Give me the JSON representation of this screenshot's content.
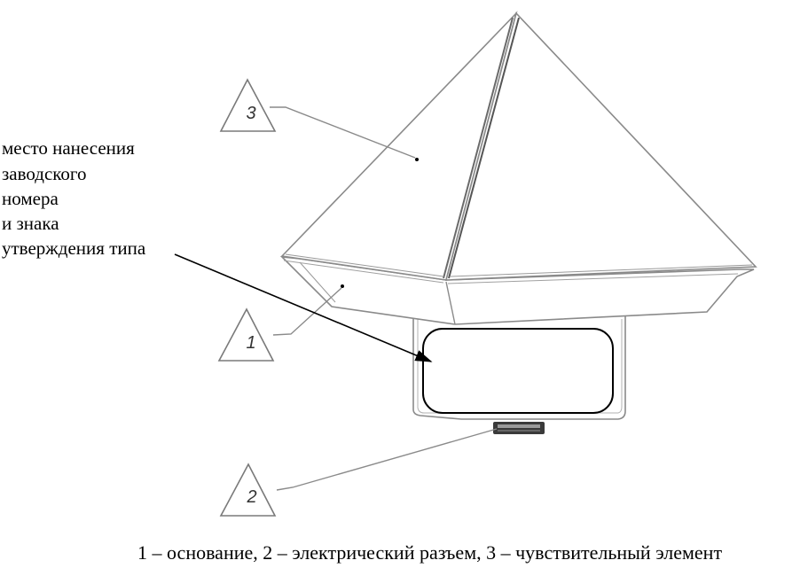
{
  "annotation": {
    "lines": [
      "место нанесения",
      "заводского",
      "номера",
      "и знака",
      "утверждения типа"
    ]
  },
  "callouts": {
    "base": "1",
    "connector": "2",
    "sensor": "3"
  },
  "caption": "1 – основание, 2 – электрический разъем, 3 – чувствительный элемент"
}
